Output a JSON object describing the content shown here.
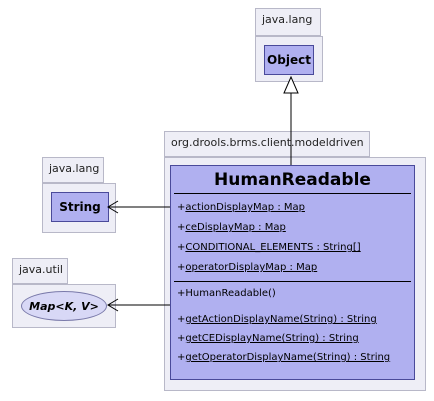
{
  "packages": {
    "top_lang": {
      "name": "java.lang",
      "class": "Object"
    },
    "left_lang": {
      "name": "java.lang",
      "class": "String"
    },
    "util": {
      "name": "java.util",
      "interface": "Map<K, V>"
    },
    "modeldriven": {
      "name": "org.drools.brms.client.modeldriven"
    }
  },
  "class": {
    "name": "HumanReadable",
    "attributes": [
      {
        "vis": "+",
        "text": "actionDisplayMap : Map"
      },
      {
        "vis": "+",
        "text": "ceDisplayMap : Map"
      },
      {
        "vis": "+",
        "text": "CONDITIONAL_ELEMENTS : String[]"
      },
      {
        "vis": "+",
        "text": "operatorDisplayMap : Map"
      }
    ],
    "constructor": {
      "vis": "+",
      "text": "HumanReadable()"
    },
    "methods": [
      {
        "vis": "+",
        "text": "getActionDisplayName(String) : String"
      },
      {
        "vis": "+",
        "text": "getCEDisplayName(String) : String"
      },
      {
        "vis": "+",
        "text": "getOperatorDisplayName(String) : String"
      }
    ]
  },
  "colors": {
    "class_fill": "#b0b0f0",
    "package_fill": "#eeeef6",
    "line": "#000000"
  }
}
